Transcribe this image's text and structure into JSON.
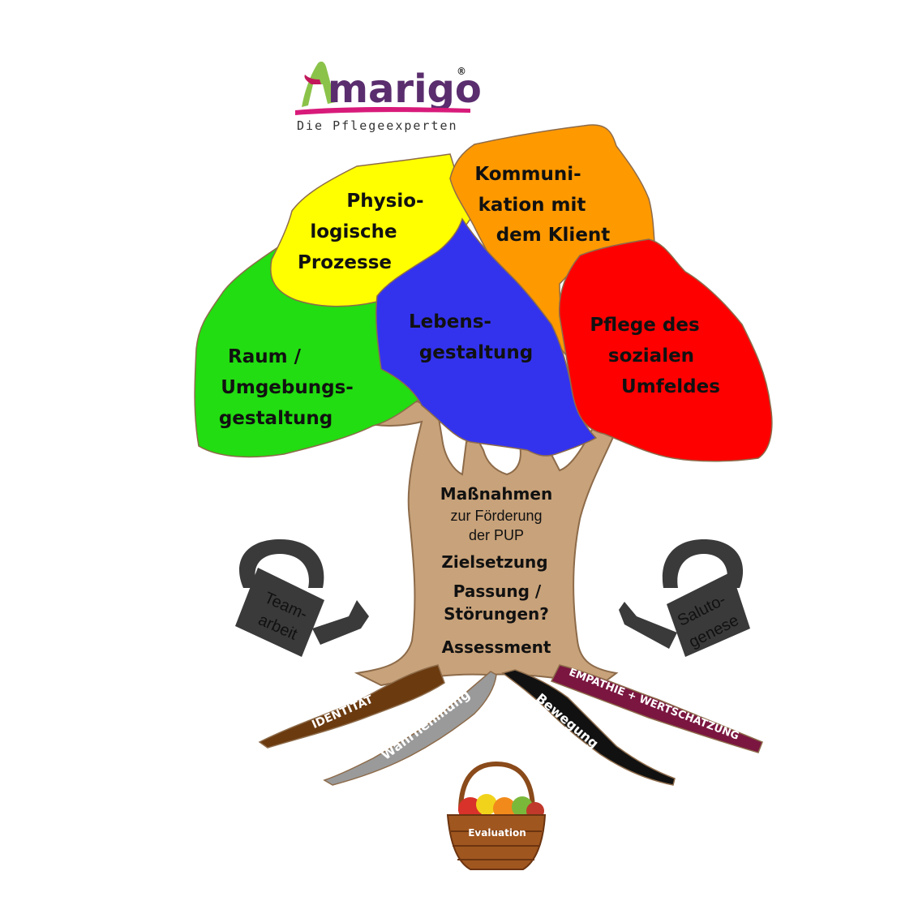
{
  "logo": {
    "letter": "A",
    "word": "marigo",
    "registered": "®",
    "tagline": "Die Pflegeexperten"
  },
  "crown": {
    "physio": [
      "Physio-",
      "logische",
      "Prozesse"
    ],
    "kommunikation": [
      "Kommuni-",
      "kation mit",
      "dem Klient"
    ],
    "lebens": [
      "Lebens-",
      "gestaltung"
    ],
    "raum": [
      "Raum /",
      "Umgebungs-",
      "gestaltung"
    ],
    "pflege": [
      "Pflege des",
      "sozialen",
      "Umfeldes"
    ]
  },
  "trunk": {
    "massnahmen": "Maßnahmen",
    "foerderung": "zur Förderung",
    "pup": "der PUP",
    "zielsetzung": "Zielsetzung",
    "passung": "Passung /",
    "stoerungen": "Störungen?",
    "assessment": "Assessment"
  },
  "cans": {
    "left": [
      "Team-",
      "arbeit"
    ],
    "right": [
      "Saluto-",
      "genese"
    ]
  },
  "roots": {
    "identitaet": "IDENTITÄT",
    "wahrnehmung": "Wahrnehmung",
    "bewegung": "Bewegung",
    "empathie": "EMPATHIE + WERTSCHÄTZUNG"
  },
  "basket": {
    "label": "Evaluation"
  },
  "colors": {
    "green": "#22dd11",
    "yellow": "#ffff00",
    "orange": "#ff9900",
    "blue": "#3333ee",
    "red": "#ff0000",
    "trunk": "#c8a27a",
    "brown_root": "#6b3a0f",
    "gray_root": "#9a9a9a",
    "black_root": "#111111",
    "purple_root": "#7a1640",
    "can": "#3a3a3a"
  }
}
